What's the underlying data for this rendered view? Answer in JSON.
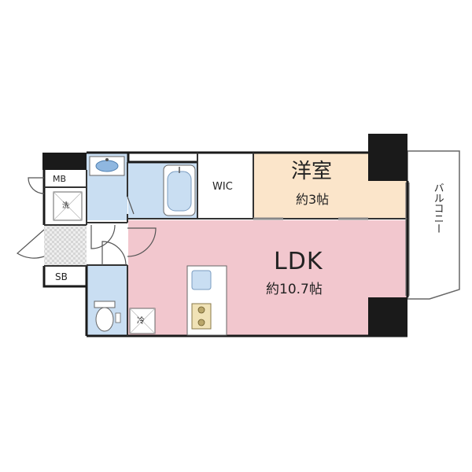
{
  "rooms": {
    "western_room": {
      "name": "洋室",
      "size": "約3帖",
      "color": "#fbe5ca"
    },
    "ldk": {
      "name": "LDK",
      "size": "約10.7帖",
      "color": "#f2c7ce"
    },
    "wic": {
      "name": "WIC"
    },
    "mb": {
      "name": "MB"
    },
    "sb": {
      "name": "SB"
    },
    "balcony": {
      "name": "バルコニー"
    },
    "wet_area_color": "#c9def2"
  },
  "fixtures": {
    "washer": {
      "label": "洗"
    },
    "fridge": {
      "label": "冷"
    }
  },
  "colors": {
    "wall": "#1a1a1a",
    "outline": "#333333",
    "tile": "#d8d8d8"
  }
}
